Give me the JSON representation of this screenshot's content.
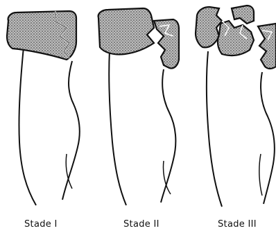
{
  "stages": [
    {
      "label": "Stade I"
    },
    {
      "label": "Stade II"
    },
    {
      "label": "Stade III"
    }
  ]
}
